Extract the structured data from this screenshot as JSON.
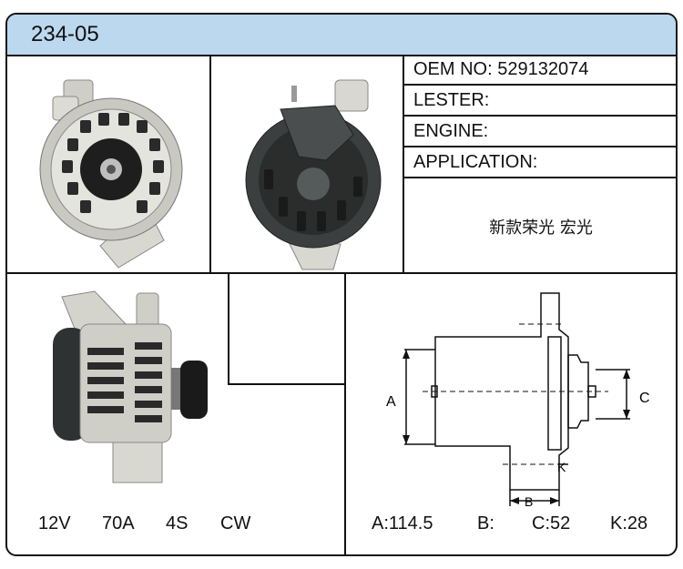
{
  "header": {
    "code": "234-05"
  },
  "info": {
    "oem": "OEM NO: 529132074",
    "lester": "LESTER:",
    "engine": "ENGINE:",
    "application": "APPLICATION:",
    "application_value": "新款荣光  宏光"
  },
  "specs": {
    "voltage": "12V",
    "amperage": "70A",
    "pulley": "4S",
    "rotation": "CW"
  },
  "dimensions": {
    "a": "A:114.5",
    "b": "B:",
    "c": "C:52",
    "k": "K:28"
  },
  "diagram_labels": {
    "a": "A",
    "b": "B",
    "c": "C",
    "k": "K"
  }
}
